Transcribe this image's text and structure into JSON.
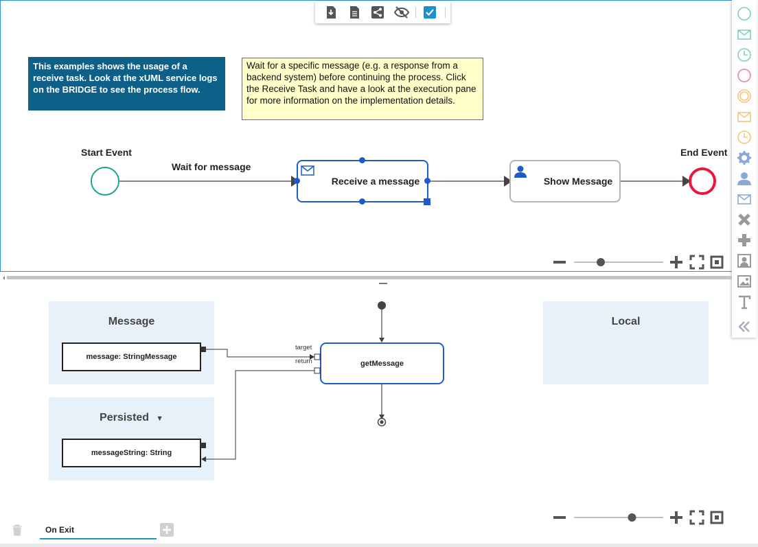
{
  "colors": {
    "accent": "#1e5bc6",
    "note_blue": "#0d6088",
    "note_yellow": "#ffffc9",
    "start_event": "#1aa58c",
    "end_event": "#e8183b",
    "panel_bg": "#e8f1f9"
  },
  "toolbar": {
    "icons": [
      "download-icon",
      "document-icon",
      "share-icon",
      "hide-icon",
      "checkbox-icon"
    ]
  },
  "notes": {
    "blue": "This examples shows the usage of a receive task. Look at the xUML service logs on the BRIDGE to see the process flow.",
    "yellow": "Wait for a specific message (e.g. a response from a backend system) before continuing the process. Click the Receive Task and have a look at the execution pane for more information on the implementation details."
  },
  "diagram": {
    "start_label": "Start Event",
    "end_label": "End Event",
    "flow_label": "Wait for message",
    "receive_task": "Receive a message",
    "show_task": "Show Message"
  },
  "palette": {
    "icons": [
      "start-event-icon",
      "message-start-icon",
      "timer-start-icon",
      "end-event-icon",
      "intermediate-event-icon",
      "message-intermediate-icon",
      "timer-intermediate-icon",
      "service-task-icon",
      "user-task-icon",
      "receive-task-icon",
      "exclusive-gateway-icon",
      "parallel-gateway-icon",
      "pool-icon",
      "image-icon",
      "text-icon",
      "collapse-icon"
    ]
  },
  "bottom": {
    "message_panel": "Message",
    "persisted_panel": "Persisted",
    "local_panel": "Local",
    "message_var": "message: StringMessage",
    "persisted_var": "messageString: String",
    "operation": "getMessage",
    "port_target": "target",
    "port_return": "return",
    "tab_label": "On Exit"
  },
  "zoom": {
    "top_level": 0.3,
    "bottom_level": 0.65
  }
}
